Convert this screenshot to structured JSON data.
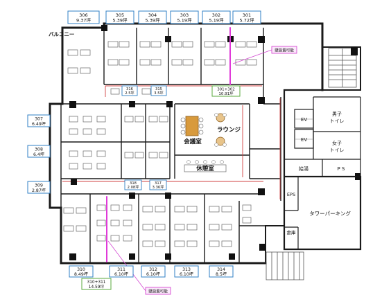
{
  "colors": {
    "wall": "#1a1a1a",
    "thin": "#555555",
    "label_border": "#2f7fc4",
    "green_border": "#5aaa3c",
    "partition": "#e03ad9",
    "partition_note_border": "#d44ad2",
    "partition_note_bg": "#fbe9fb",
    "meeting": "#d89a3c",
    "lounge": "#e8c48a",
    "red_line": "#d04040"
  },
  "balcony": "バルコニー",
  "partition_note": "壁設置可能",
  "rooms_top": [
    {
      "id": "306",
      "name": "306",
      "area": "9.37坪"
    },
    {
      "id": "305",
      "name": "305",
      "area": "5.39坪"
    },
    {
      "id": "304",
      "name": "304",
      "area": "5.39坪"
    },
    {
      "id": "303",
      "name": "303",
      "area": "5.19坪"
    },
    {
      "id": "302",
      "name": "302",
      "area": "5.19坪"
    },
    {
      "id": "301",
      "name": "301",
      "area": "5.72坪"
    }
  ],
  "rooms_small": [
    {
      "id": "316",
      "name": "316",
      "area": "2.5坪"
    },
    {
      "id": "315",
      "name": "315",
      "area": "3.5坪"
    },
    {
      "id": "318",
      "name": "318",
      "area": "2.08坪"
    },
    {
      "id": "317",
      "name": "317",
      "area": "3.36坪"
    }
  ],
  "combined_top": {
    "name": "301+302",
    "area": "10.91坪"
  },
  "rooms_left": [
    {
      "id": "307",
      "name": "307",
      "area": "6.49坪"
    },
    {
      "id": "308",
      "name": "308",
      "area": "6.4坪"
    },
    {
      "id": "309",
      "name": "309",
      "area": "2.87坪"
    }
  ],
  "rooms_bottom": [
    {
      "id": "310",
      "name": "310",
      "area": "8.49坪"
    },
    {
      "id": "311",
      "name": "311",
      "area": "6.10坪"
    },
    {
      "id": "312",
      "name": "312",
      "area": "6.10坪"
    },
    {
      "id": "313",
      "name": "313",
      "area": "6.10坪"
    },
    {
      "id": "314",
      "name": "314",
      "area": "8.5坪"
    }
  ],
  "combined_bottom": {
    "name": "310+311",
    "area": "14.59坪"
  },
  "areas": {
    "meeting": "会議室",
    "lounge": "ラウンジ",
    "rest": "休憩室",
    "ev": "EV",
    "men_1": "男子",
    "men_2": "トイレ",
    "women_1": "女子",
    "women_2": "トイレ",
    "kyuto": "給湯",
    "ps": "P S",
    "eps": "EPS",
    "parking": "タワーパーキング",
    "storage": "倉庫"
  }
}
